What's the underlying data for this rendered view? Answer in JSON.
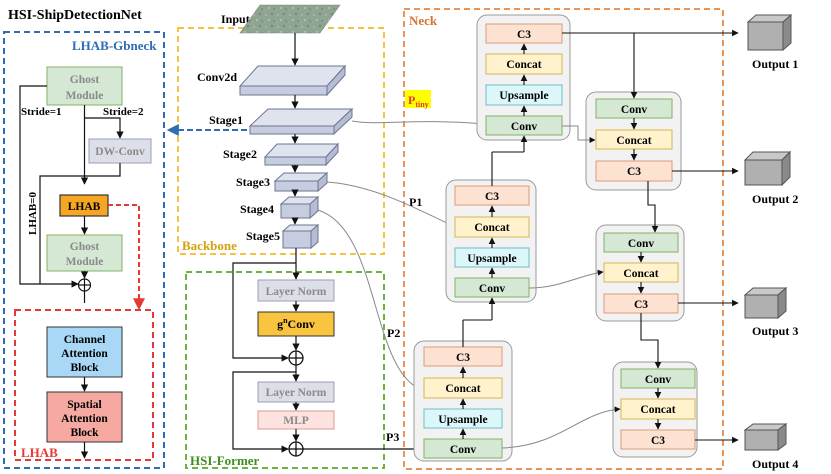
{
  "title": "HSI-ShipDetectionNet",
  "panels": {
    "gbneck": "LHAB-Gbneck",
    "lhab": "LHAB",
    "backbone": "Backbone",
    "former": "HSI-Former",
    "neck": "Neck"
  },
  "gbneck": {
    "ghost1": [
      "Ghost",
      "Module"
    ],
    "stride1": "Stride=1",
    "stride2": "Stride=2",
    "dwconv": "DW-Conv",
    "lhab_eq": "LHAB=0",
    "lhab": "LHAB",
    "ghost2": [
      "Ghost",
      "Module"
    ]
  },
  "lhab_block": {
    "channel": [
      "Channel",
      "Attention",
      "Block"
    ],
    "spatial": [
      "Spatial",
      "Attention",
      "Block"
    ]
  },
  "backbone": {
    "input": "Input",
    "conv2d": "Conv2d",
    "stages": [
      "Stage1",
      "Stage2",
      "Stage3",
      "Stage4",
      "Stage5"
    ]
  },
  "former": {
    "layer_norm_1": "Layer Norm",
    "gnconv": "gnConv",
    "gnconv_base": "g",
    "gnconv_sup": "n",
    "gnconv_suffix": "Conv",
    "layer_norm_2": "Layer Norm",
    "mlp": "MLP"
  },
  "neck": {
    "ptiny": "P",
    "ptiny_sub": "tiny",
    "p1": "P1",
    "p2": "P2",
    "p3": "P3",
    "c3": "C3",
    "concat": "Concat",
    "upsample": "Upsample",
    "conv": "Conv"
  },
  "outputs": [
    "Output 1",
    "Output 2",
    "Output 3",
    "Output 4"
  ],
  "colors": {
    "gbneck_border": "#2e6db4",
    "lhab_border": "#e53935",
    "backbone_border": "#f5c242",
    "former_border": "#6db33f",
    "neck_border": "#e8955a",
    "green_fill": "#d5e8d4",
    "green_stroke": "#82b366",
    "yellow_fill": "#fff2cc",
    "yellow_stroke": "#d6b656",
    "cyan_fill": "#dcf7fa",
    "cyan_stroke": "#6fbcc4",
    "peach_fill": "#fde2d2",
    "peach_stroke": "#d99a7a",
    "lhab_fill": "#f5a623",
    "gnconv_fill": "#f9c440",
    "channel_fill": "#a8d8f5",
    "spatial_fill": "#f5a9a1",
    "grey_fill": "#dcdfe8",
    "pink_fill": "#fde2e0",
    "ptiny_bg": "#ffff00",
    "ptiny_text": "#e53935",
    "lhab_label": "#e53935"
  }
}
